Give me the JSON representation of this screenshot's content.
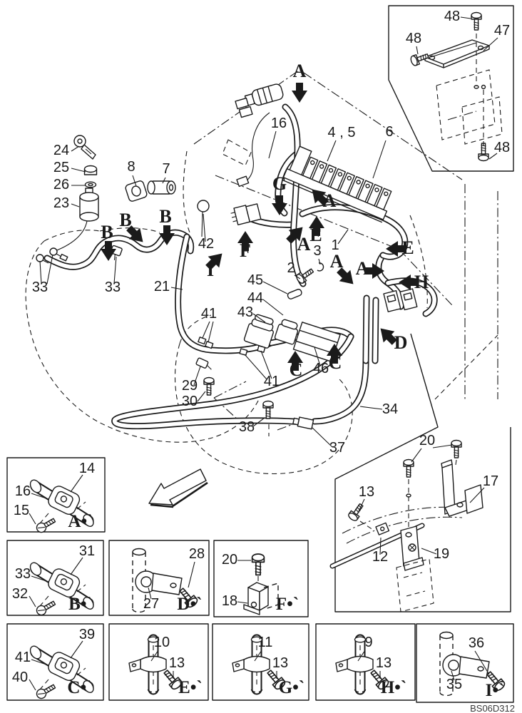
{
  "drawing_code": "BS06D312",
  "colors": {
    "ink": "#1a1a1a",
    "background": "#ffffff"
  },
  "part_labels": [
    "24",
    "25",
    "26",
    "23",
    "8",
    "7",
    "16",
    "4 , 5",
    "6",
    "1",
    "2",
    "3",
    "21",
    "33",
    "33",
    "29",
    "30",
    "38",
    "37",
    "34",
    "41",
    "41",
    "42",
    "43",
    "44",
    "45",
    "46",
    "20",
    "13",
    "17",
    "12",
    "19"
  ],
  "inset_labels": [
    "48",
    "47",
    "48",
    "48"
  ],
  "arrow_letters": [
    "A",
    "G",
    "A",
    "E",
    "A",
    "F",
    "I",
    "B",
    "B",
    "B",
    "E",
    "H",
    "A",
    "A",
    "C",
    "C",
    "D"
  ],
  "detail_boxes": [
    {
      "tag": "A•`",
      "parts": [
        "14",
        "16",
        "15"
      ]
    },
    {
      "tag": "B•`",
      "parts": [
        "31",
        "33",
        "32"
      ]
    },
    {
      "tag": "D•`",
      "parts": [
        "28",
        "27"
      ]
    },
    {
      "tag": "F•`",
      "parts": [
        "20",
        "18"
      ]
    },
    {
      "tag": "C•`",
      "parts": [
        "39",
        "41",
        "40"
      ]
    },
    {
      "tag": "E•`",
      "parts": [
        "10",
        "13"
      ]
    },
    {
      "tag": "G•`",
      "parts": [
        "11",
        "13"
      ]
    },
    {
      "tag": "H•`",
      "parts": [
        "9",
        "13"
      ]
    },
    {
      "tag": "I•`",
      "parts": [
        "36",
        "35"
      ]
    }
  ]
}
